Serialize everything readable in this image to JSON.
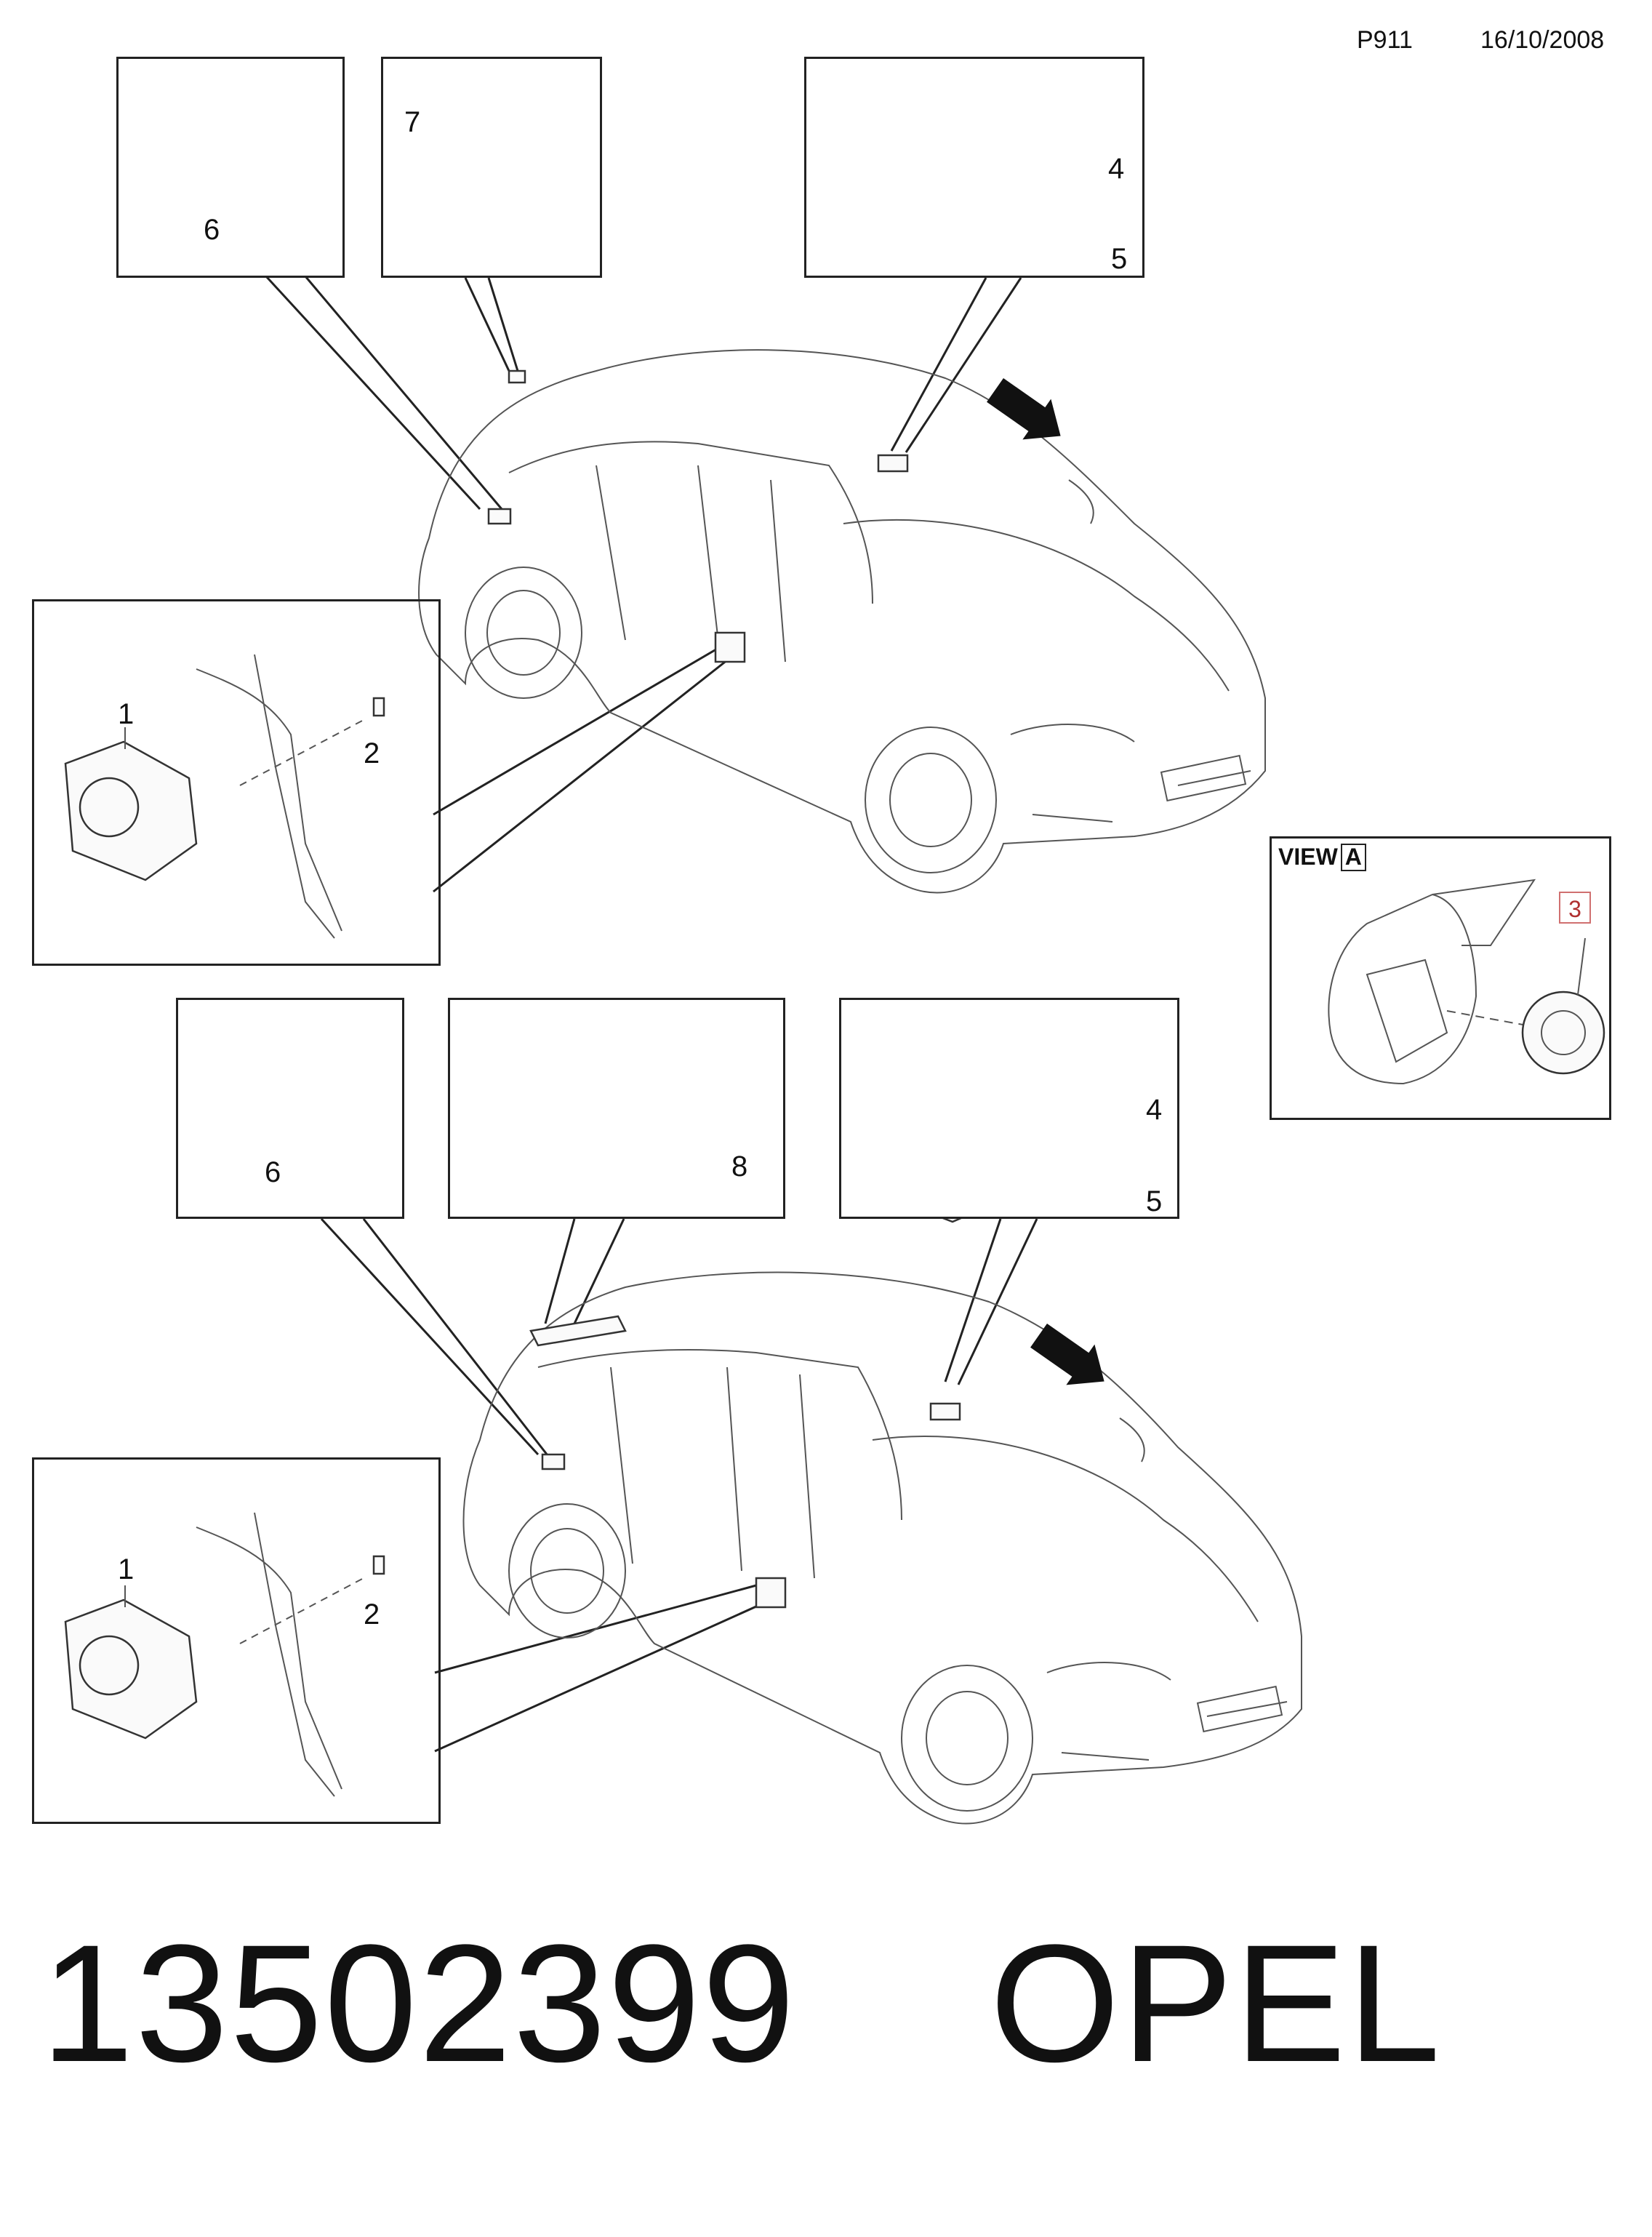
{
  "header": {
    "page_code": "P911",
    "date": "16/10/2008"
  },
  "sedan_view": {
    "callouts": {
      "seat_module_left": "6",
      "roof_connector": "7",
      "mirror_motor": "4",
      "mirror_screw": "5",
      "window_motor": "1",
      "window_screw": "2"
    },
    "view_arrow": "A"
  },
  "mirror_detail": {
    "title": "VIEW",
    "view_letter": "A",
    "part_number": "3"
  },
  "wagon_view": {
    "callouts": {
      "seat_module_left": "6",
      "harness": "8",
      "mirror_motor": "4",
      "mirror_screw": "5",
      "window_motor": "1",
      "window_screw": "2"
    },
    "view_arrow": "A"
  },
  "footer": {
    "part_number": "13502399",
    "brand": "OPEL"
  }
}
